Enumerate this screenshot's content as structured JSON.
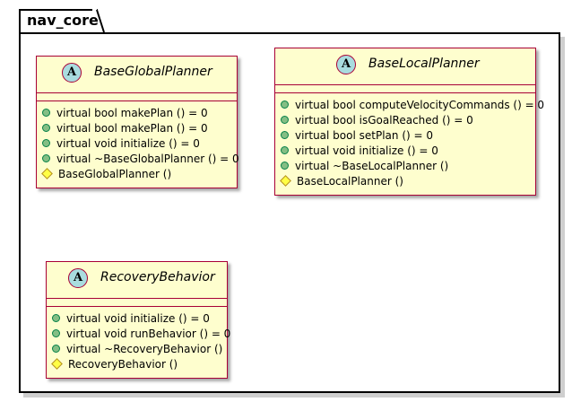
{
  "package": {
    "name": "nav_core"
  },
  "classes": [
    {
      "badge": "A",
      "name": "BaseGlobalPlanner",
      "members": [
        {
          "visibility": "public",
          "text": "virtual bool makePlan () = 0"
        },
        {
          "visibility": "public",
          "text": "virtual bool makePlan () = 0"
        },
        {
          "visibility": "public",
          "text": "virtual void initialize () = 0"
        },
        {
          "visibility": "public",
          "text": "virtual ~BaseGlobalPlanner () = 0"
        },
        {
          "visibility": "protected",
          "text": "BaseGlobalPlanner ()"
        }
      ]
    },
    {
      "badge": "A",
      "name": "BaseLocalPlanner",
      "members": [
        {
          "visibility": "public",
          "text": "virtual bool computeVelocityCommands () = 0"
        },
        {
          "visibility": "public",
          "text": "virtual bool isGoalReached () = 0"
        },
        {
          "visibility": "public",
          "text": "virtual bool setPlan () = 0"
        },
        {
          "visibility": "public",
          "text": "virtual void initialize () = 0"
        },
        {
          "visibility": "public",
          "text": "virtual ~BaseLocalPlanner ()"
        },
        {
          "visibility": "protected",
          "text": "BaseLocalPlanner ()"
        }
      ]
    },
    {
      "badge": "A",
      "name": "RecoveryBehavior",
      "members": [
        {
          "visibility": "public",
          "text": "virtual void initialize () = 0"
        },
        {
          "visibility": "public",
          "text": "virtual void runBehavior () = 0"
        },
        {
          "visibility": "public",
          "text": "virtual ~RecoveryBehavior ()"
        },
        {
          "visibility": "protected",
          "text": "RecoveryBehavior ()"
        }
      ]
    }
  ],
  "colors": {
    "class_fill": "#fefece",
    "class_border": "#a80036",
    "badge_fill": "#a9dcdf",
    "public_marker": "#84be84",
    "protected_marker": "#ffff44"
  }
}
